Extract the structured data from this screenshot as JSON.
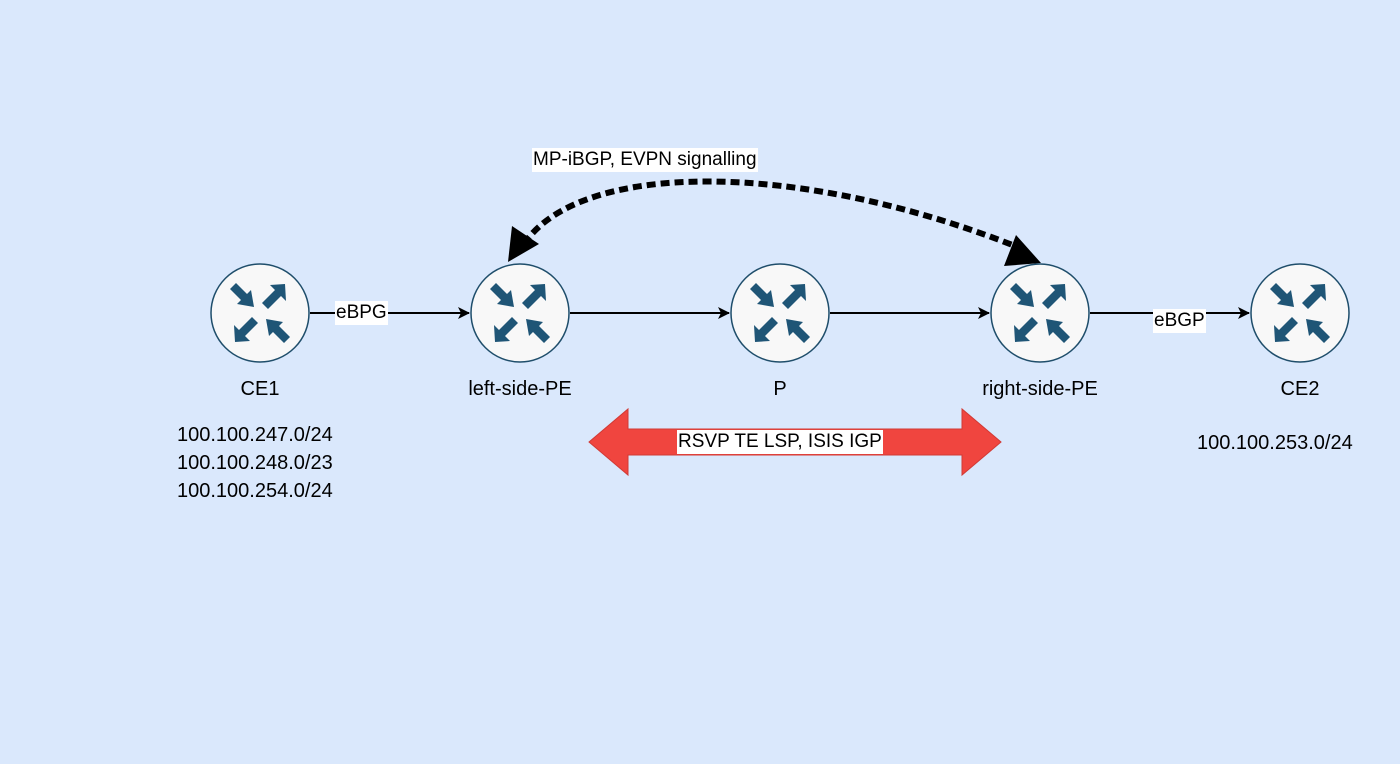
{
  "nodes": {
    "ce1": {
      "label": "CE1",
      "prefixes": [
        "100.100.247.0/24",
        "100.100.248.0/23",
        "100.100.254.0/24"
      ]
    },
    "left_pe": {
      "label": "left-side-PE"
    },
    "p": {
      "label": "P"
    },
    "right_pe": {
      "label": "right-side-PE"
    },
    "ce2": {
      "label": "CE2",
      "prefixes": [
        "100.100.253.0/24"
      ]
    }
  },
  "links": {
    "ce1_left_pe": {
      "label": "eBPG"
    },
    "right_pe_ce2": {
      "label": "eBGP"
    },
    "overlay": {
      "label": "MP-iBGP, EVPN signalling"
    },
    "underlay": {
      "label": "RSVP TE LSP, ISIS IGP"
    }
  },
  "colors": {
    "background": "#dae8fc",
    "router_fill": "#f8f8f8",
    "router_stroke": "#1f4e6b",
    "router_arrows": "#1f5576",
    "underlay_arrow": "#f0453f"
  }
}
